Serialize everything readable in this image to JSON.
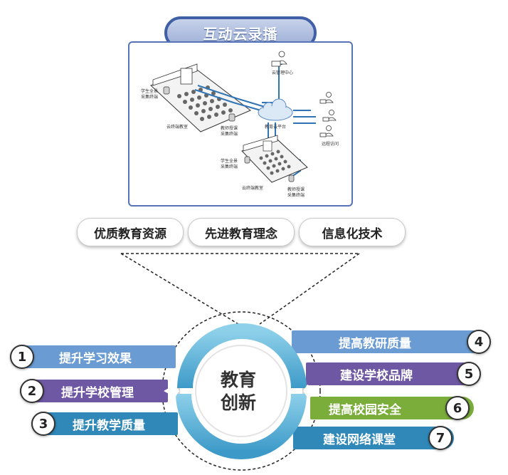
{
  "title": "互动云录播",
  "diagram": {
    "cloud_label": "教育云平台",
    "manager_label": "云管理中心",
    "remote_label": "远程访问",
    "classroom_top": "云终端教室",
    "classroom_bottom": "云终端教室",
    "student_cam_top_1": "学生全景",
    "student_cam_top_2": "采集终端",
    "student_cam_bottom_1": "学生全景",
    "student_cam_bottom_2": "采集终端",
    "teacher_cam_mid_1": "教师授课",
    "teacher_cam_mid_2": "采集终端",
    "teacher_cam_bottom_1": "教师授课",
    "teacher_cam_bottom_2": "采集终端"
  },
  "features": [
    "优质教育资源",
    "先进教育理念",
    "信息化技术"
  ],
  "center": {
    "line1": "教育",
    "line2": "创新"
  },
  "items": [
    {
      "num": "1",
      "label": "提升学习效果",
      "color": "#6a9bd2"
    },
    {
      "num": "2",
      "label": "提升学校管理",
      "color": "#6f58a3"
    },
    {
      "num": "3",
      "label": "提升教学质量",
      "color": "#2f88b8"
    },
    {
      "num": "4",
      "label": "提高教研质量",
      "color": "#6a9bd2"
    },
    {
      "num": "5",
      "label": "建设学校品牌",
      "color": "#6f58a3"
    },
    {
      "num": "6",
      "label": "提高校园安全",
      "color": "#7aad3a"
    },
    {
      "num": "7",
      "label": "建设网络课堂",
      "color": "#2f88b8"
    }
  ]
}
